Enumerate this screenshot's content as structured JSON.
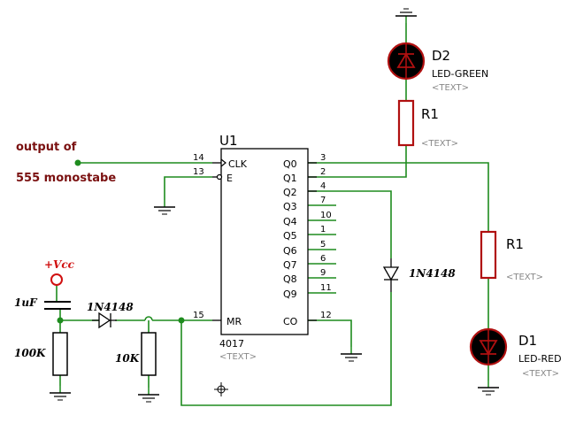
{
  "colors": {
    "wire": "#1e8c1e",
    "part": "#b01010",
    "body": "#000000",
    "note": "#7a1010",
    "vcc": "#d01010",
    "placeholder": "#888888"
  },
  "notes": {
    "line1": "output of",
    "line2": "555 monostabe"
  },
  "u1": {
    "ref": "U1",
    "value": "4017",
    "placeholder": "<TEXT>",
    "left_pins": [
      {
        "num": "14",
        "name": "CLK"
      },
      {
        "num": "13",
        "name": "E"
      },
      {
        "num": "15",
        "name": "MR"
      }
    ],
    "right_pins": [
      {
        "num": "3",
        "name": "Q0"
      },
      {
        "num": "2",
        "name": "Q1"
      },
      {
        "num": "4",
        "name": "Q2"
      },
      {
        "num": "7",
        "name": "Q3"
      },
      {
        "num": "10",
        "name": "Q4"
      },
      {
        "num": "1",
        "name": "Q5"
      },
      {
        "num": "5",
        "name": "Q6"
      },
      {
        "num": "6",
        "name": "Q7"
      },
      {
        "num": "9",
        "name": "Q8"
      },
      {
        "num": "11",
        "name": "Q9"
      },
      {
        "num": "12",
        "name": "CO"
      }
    ]
  },
  "d2": {
    "ref": "D2",
    "value": "LED-GREEN",
    "placeholder": "<TEXT>"
  },
  "r1_top": {
    "ref": "R1",
    "placeholder": "<TEXT>"
  },
  "r1_right": {
    "ref": "R1",
    "placeholder": "<TEXT>"
  },
  "d1": {
    "ref": "D1",
    "value": "LED-RED",
    "placeholder": "<TEXT>"
  },
  "diode_mid": {
    "value": "1N4148"
  },
  "diode_left": {
    "value": "1N4148"
  },
  "vcc": {
    "label": "+Vcc"
  },
  "cap": {
    "value": "1uF"
  },
  "r_100k": {
    "value": "100K"
  },
  "r_10k": {
    "value": "10K"
  }
}
